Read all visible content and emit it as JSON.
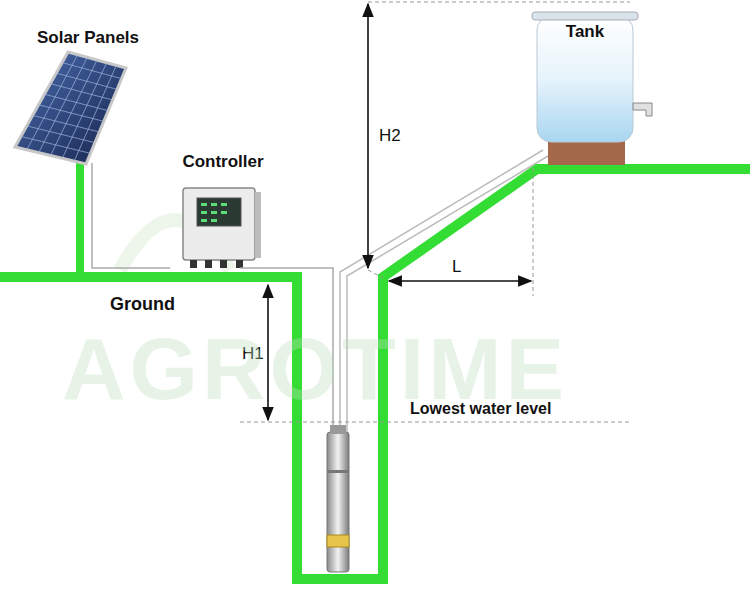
{
  "diagram": {
    "nodes": [
      {
        "text": [
          "Solar Panels"
        ]
      },
      {
        "text": [
          "Controller"
        ]
      },
      {
        "text": [
          "Tank"
        ]
      }
    ],
    "edges": [
      {
        "from": 0,
        "to": 1,
        "arrow": "none"
      }
    ],
    "labels": [
      "H2",
      "Ground",
      "H1",
      "L",
      "Lowest water level",
      "AGROTIME"
    ]
  }
}
